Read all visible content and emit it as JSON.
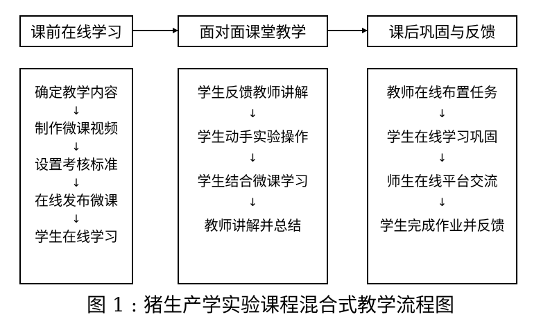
{
  "stages": [
    {
      "title": "课前在线学习",
      "steps": [
        "确定教学内容",
        "制作微课视频",
        "设置考核标准",
        "在线发布微课",
        "学生在线学习"
      ]
    },
    {
      "title": "面对面课堂教学",
      "steps": [
        "学生反馈教师讲解",
        "学生动手实验操作",
        "学生结合微课学习",
        "教师讲解并总结"
      ]
    },
    {
      "title": "课后巩固与反馈",
      "steps": [
        "教师在线布置任务",
        "学生在线学习巩固",
        "师生在线平台交流",
        "学生完成作业并反馈"
      ]
    }
  ],
  "caption": "图 1 : 猪生产学实验课程混合式教学流程图",
  "colors": {
    "line": "#000000",
    "background": "#ffffff"
  }
}
